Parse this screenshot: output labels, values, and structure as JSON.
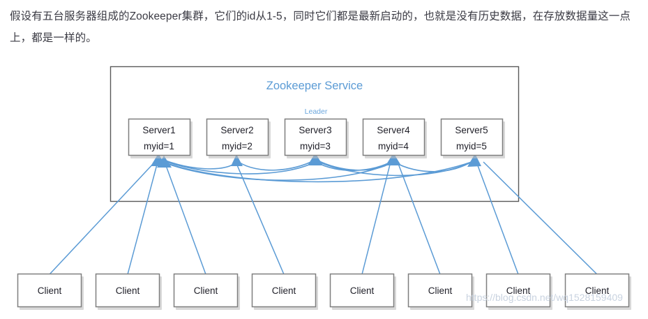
{
  "intro": {
    "paragraph": "假设有五台服务器组成的Zookeeper集群，它们的id从1-5，同时它们都是最新启动的，也就是没有历史数据，在存放数据量这一点上，都是一样的。"
  },
  "diagram": {
    "service_title": "Zookeeper Service",
    "leader_label": "Leader",
    "leader_index": 2,
    "colors": {
      "accent_blue": "#5b9bd5",
      "title_blue": "#5b9bd5",
      "box_border": "#7f7f7f",
      "outer_border": "#595959",
      "text": "#1f1f28",
      "watermark": "#c9d3e0"
    },
    "servers": [
      {
        "name": "Server1",
        "myid": "myid=1"
      },
      {
        "name": "Server2",
        "myid": "myid=2"
      },
      {
        "name": "Server3",
        "myid": "myid=3"
      },
      {
        "name": "Server4",
        "myid": "myid=4"
      },
      {
        "name": "Server5",
        "myid": "myid=5"
      }
    ],
    "clients": [
      {
        "label": "Client"
      },
      {
        "label": "Client"
      },
      {
        "label": "Client"
      },
      {
        "label": "Client"
      },
      {
        "label": "Client"
      },
      {
        "label": "Client"
      },
      {
        "label": "Client"
      },
      {
        "label": "Client"
      }
    ]
  },
  "watermark": {
    "text": "https://blog.csdn.net/wq1528159409"
  }
}
